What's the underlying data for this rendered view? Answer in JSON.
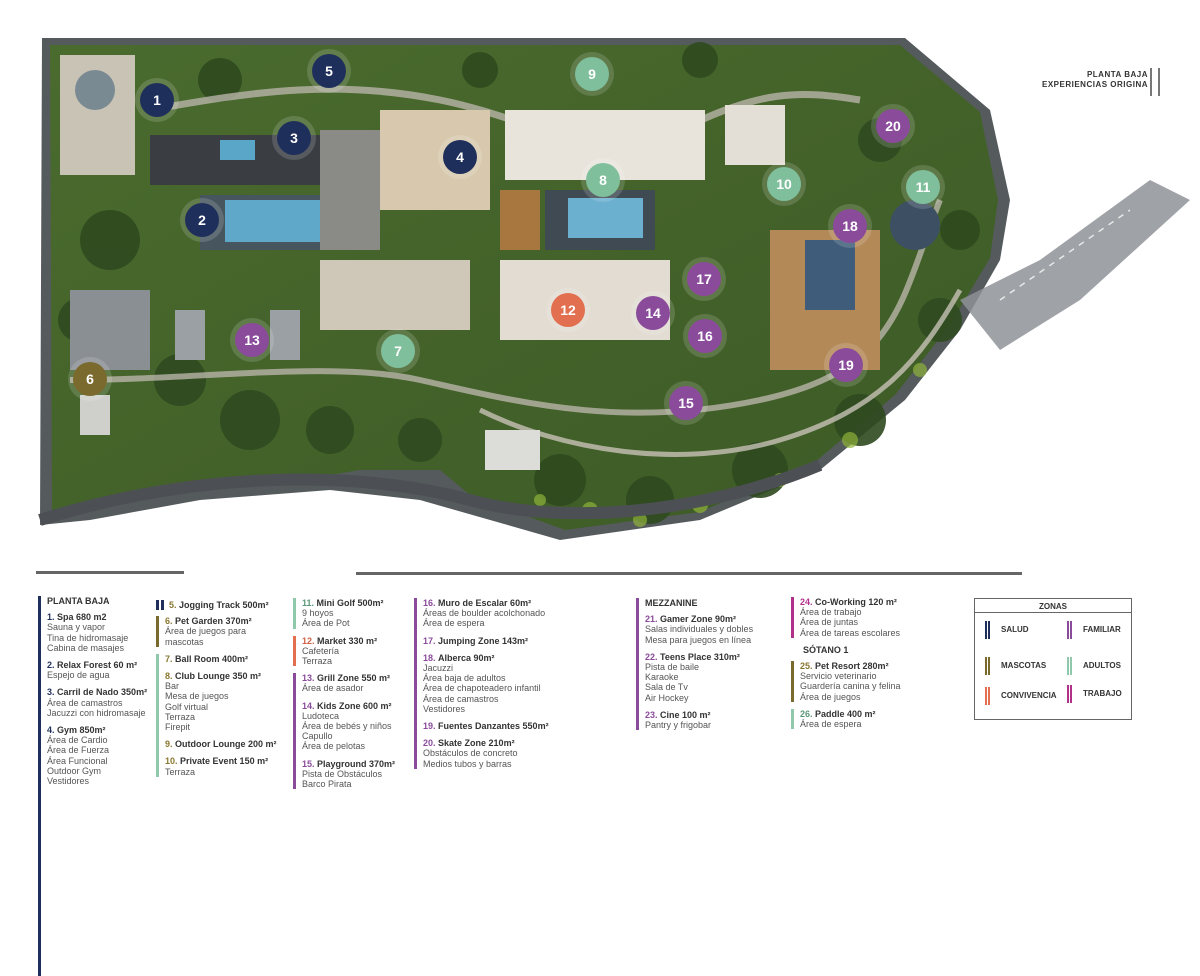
{
  "map": {
    "title_line1": "PLANTA BAJA",
    "title_line2": "EXPERIENCIAS ORIGINA",
    "pins": [
      {
        "n": "1",
        "zone": "salud"
      },
      {
        "n": "2",
        "zone": "salud"
      },
      {
        "n": "3",
        "zone": "salud"
      },
      {
        "n": "4",
        "zone": "salud"
      },
      {
        "n": "5",
        "zone": "salud"
      },
      {
        "n": "6",
        "zone": "mascotas"
      },
      {
        "n": "7",
        "zone": "adultos"
      },
      {
        "n": "8",
        "zone": "adultos"
      },
      {
        "n": "9",
        "zone": "adultos"
      },
      {
        "n": "10",
        "zone": "adultos"
      },
      {
        "n": "11",
        "zone": "adultos"
      },
      {
        "n": "12",
        "zone": "convivencia"
      },
      {
        "n": "13",
        "zone": "familiar"
      },
      {
        "n": "14",
        "zone": "familiar"
      },
      {
        "n": "15",
        "zone": "familiar"
      },
      {
        "n": "16",
        "zone": "familiar"
      },
      {
        "n": "17",
        "zone": "familiar"
      },
      {
        "n": "18",
        "zone": "familiar"
      },
      {
        "n": "19",
        "zone": "familiar"
      },
      {
        "n": "20",
        "zone": "familiar"
      }
    ]
  },
  "legend": {
    "planta_baja": "PLANTA BAJA",
    "mezzanine": "MEZZANINE",
    "sotano": "SÓTANO 1",
    "items": {
      "i1": {
        "num": "1.",
        "name": "Spa 680 m2",
        "details": [
          "Sauna y vapor",
          "Tina de hidromasaje",
          "Cabina de masajes"
        ]
      },
      "i2": {
        "num": "2.",
        "name": "Relax Forest 60 m²",
        "details": [
          "Espejo de agua"
        ]
      },
      "i3": {
        "num": "3.",
        "name": "Carril de Nado 350m²",
        "details": [
          "Área de camastros",
          "Jacuzzi con hidromasaje"
        ]
      },
      "i4": {
        "num": "4.",
        "name": "Gym 850m²",
        "details": [
          "Área de Cardio",
          "Área de Fuerza",
          "Área Funcional",
          "Outdoor Gym",
          "Vestidores"
        ]
      },
      "i5": {
        "num": "5.",
        "name": "Jogging Track 500m²",
        "details": []
      },
      "i6": {
        "num": "6.",
        "name": "Pet Garden 370m²",
        "details": [
          "Área de juegos para",
          "mascotas"
        ]
      },
      "i7": {
        "num": "7.",
        "name": "Ball Room 400m²",
        "details": []
      },
      "i8": {
        "num": "8.",
        "name": "Club Lounge 350 m²",
        "details": [
          "Bar",
          "Mesa de juegos",
          "Golf virtual",
          "Terraza",
          "Firepit"
        ]
      },
      "i9": {
        "num": "9.",
        "name": "Outdoor Lounge 200 m²",
        "details": []
      },
      "i10": {
        "num": "10.",
        "name": "Private Event 150 m²",
        "details": [
          "Terraza"
        ]
      },
      "i11": {
        "num": "11.",
        "name": "Mini Golf 500m²",
        "details": [
          "9 hoyos",
          "Área de Pot"
        ]
      },
      "i12": {
        "num": "12.",
        "name": "Market 330 m²",
        "details": [
          "Cafetería",
          "Terraza"
        ]
      },
      "i13": {
        "num": "13.",
        "name": "Grill Zone 550 m²",
        "details": [
          "Área de asador"
        ]
      },
      "i14": {
        "num": "14.",
        "name": "Kids Zone 600 m²",
        "details": [
          "Ludoteca",
          "Área de bebés y niños",
          "Capullo",
          "Área de pelotas"
        ]
      },
      "i15": {
        "num": "15.",
        "name": "Playground 370m²",
        "details": [
          "Pista de Obstáculos",
          "Barco Pirata"
        ]
      },
      "i16": {
        "num": "16.",
        "name": "Muro de Escalar 60m²",
        "details": [
          "Áreas de boulder acolchonado",
          "Área de espera"
        ]
      },
      "i17": {
        "num": "17.",
        "name": "Jumping Zone 143m²",
        "details": []
      },
      "i18": {
        "num": "18.",
        "name": "Alberca 90m²",
        "details": [
          "Jacuzzi",
          "Área baja de adultos",
          "Área de chapoteadero infantil",
          "Área de camastros",
          "Vestidores"
        ]
      },
      "i19": {
        "num": "19.",
        "name": "Fuentes Danzantes 550m²",
        "details": []
      },
      "i20": {
        "num": "20.",
        "name": "Skate Zone 210m²",
        "details": [
          "Obstáculos de concreto",
          "Medios tubos y barras"
        ]
      },
      "i21": {
        "num": "21.",
        "name": "Gamer Zone 90m²",
        "details": [
          "Salas individuales y dobles",
          "Mesa para juegos en línea"
        ]
      },
      "i22": {
        "num": "22.",
        "name": "Teens Place 310m²",
        "details": [
          "Pista de baile",
          "Karaoke",
          "Sala de Tv",
          "Air Hockey"
        ]
      },
      "i23": {
        "num": "23.",
        "name": "Cine 100 m²",
        "details": [
          "Pantry y frigobar"
        ]
      },
      "i24": {
        "num": "24.",
        "name": "Co-Working 120 m²",
        "details": [
          "Área de trabajo",
          "Área de juntas",
          "Área de tareas escolares"
        ]
      },
      "i25": {
        "num": "25.",
        "name": "Pet Resort 280m²",
        "details": [
          "Servicio veterinario",
          "Guardería canina y felina",
          "Área de juegos"
        ]
      },
      "i26": {
        "num": "26.",
        "name": "Paddle 400 m²",
        "details": [
          "Área de espera"
        ]
      }
    }
  },
  "zones": {
    "title": "ZONAS",
    "salud": "SALUD",
    "familiar": "FAMILIAR",
    "mascotas": "MASCOTAS",
    "adultos": "ADULTOS",
    "convivencia": "CONVIVENCIA",
    "trabajo": "TRABAJO"
  },
  "colors": {
    "salud": "#1f2f5c",
    "familiar": "#8a4b9b",
    "mascotas": "#7a6a2e",
    "adultos": "#8fc8aa",
    "convivencia": "#e26f4f",
    "trabajo": "#b0308a"
  }
}
